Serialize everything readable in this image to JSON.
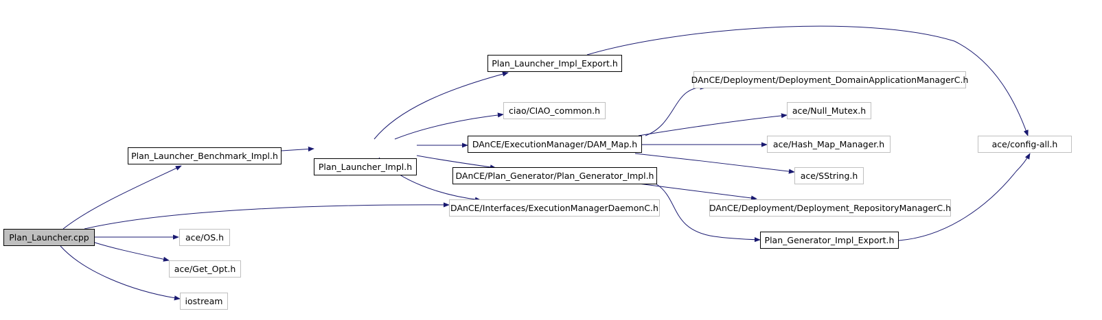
{
  "diagram": {
    "style": {
      "edge_color": "#191970",
      "node_border": "#000000",
      "external_border": "#bfbfbf",
      "root_fill": "#bfbfbf"
    },
    "nodes": [
      {
        "id": "plan-launcher-cpp",
        "label": "Plan_Launcher.cpp",
        "kind": "root"
      },
      {
        "id": "plan-launcher-benchmark-impl-h",
        "label": "Plan_Launcher_Benchmark_Impl.h",
        "kind": "internal"
      },
      {
        "id": "plan-launcher-impl-h",
        "label": "Plan_Launcher_Impl.h",
        "kind": "internal"
      },
      {
        "id": "plan-launcher-impl-export-h",
        "label": "Plan_Launcher_Impl_Export.h",
        "kind": "internal"
      },
      {
        "id": "ciao-common-h",
        "label": "ciao/CIAO_common.h",
        "kind": "external"
      },
      {
        "id": "dam-map-h",
        "label": "DAnCE/ExecutionManager/DAM_Map.h",
        "kind": "internal"
      },
      {
        "id": "plan-generator-impl-h",
        "label": "DAnCE/Plan_Generator/Plan_Generator_Impl.h",
        "kind": "internal"
      },
      {
        "id": "execution-manager-daemon-c-h",
        "label": "DAnCE/Interfaces/ExecutionManagerDaemonC.h",
        "kind": "external"
      },
      {
        "id": "os-h",
        "label": "ace/OS.h",
        "kind": "external"
      },
      {
        "id": "get-opt-h",
        "label": "ace/Get_Opt.h",
        "kind": "external"
      },
      {
        "id": "iostream",
        "label": "iostream",
        "kind": "external"
      },
      {
        "id": "domain-application-manager-c-h",
        "label": "DAnCE/Deployment/Deployment_DomainApplicationManagerC.h",
        "kind": "external"
      },
      {
        "id": "null-mutex-h",
        "label": "ace/Null_Mutex.h",
        "kind": "external"
      },
      {
        "id": "hash-map-manager-h",
        "label": "ace/Hash_Map_Manager.h",
        "kind": "external"
      },
      {
        "id": "sstring-h",
        "label": "ace/SString.h",
        "kind": "external"
      },
      {
        "id": "repository-manager-c-h",
        "label": "DAnCE/Deployment/Deployment_RepositoryManagerC.h",
        "kind": "external"
      },
      {
        "id": "plan-generator-impl-export-h",
        "label": "Plan_Generator_Impl_Export.h",
        "kind": "internal"
      },
      {
        "id": "config-all-h",
        "label": "ace/config-all.h",
        "kind": "external"
      }
    ],
    "edges": [
      {
        "from": "plan-launcher-cpp",
        "to": "plan-launcher-benchmark-impl-h"
      },
      {
        "from": "plan-launcher-cpp",
        "to": "execution-manager-daemon-c-h"
      },
      {
        "from": "plan-launcher-cpp",
        "to": "os-h"
      },
      {
        "from": "plan-launcher-cpp",
        "to": "get-opt-h"
      },
      {
        "from": "plan-launcher-cpp",
        "to": "iostream"
      },
      {
        "from": "plan-launcher-benchmark-impl-h",
        "to": "plan-launcher-impl-h"
      },
      {
        "from": "plan-launcher-impl-h",
        "to": "plan-launcher-impl-export-h"
      },
      {
        "from": "plan-launcher-impl-h",
        "to": "ciao-common-h"
      },
      {
        "from": "plan-launcher-impl-h",
        "to": "dam-map-h"
      },
      {
        "from": "plan-launcher-impl-h",
        "to": "plan-generator-impl-h"
      },
      {
        "from": "plan-launcher-impl-h",
        "to": "execution-manager-daemon-c-h"
      },
      {
        "from": "plan-launcher-impl-export-h",
        "to": "config-all-h"
      },
      {
        "from": "dam-map-h",
        "to": "domain-application-manager-c-h"
      },
      {
        "from": "dam-map-h",
        "to": "null-mutex-h"
      },
      {
        "from": "dam-map-h",
        "to": "hash-map-manager-h"
      },
      {
        "from": "dam-map-h",
        "to": "sstring-h"
      },
      {
        "from": "plan-generator-impl-h",
        "to": "repository-manager-c-h"
      },
      {
        "from": "plan-generator-impl-h",
        "to": "plan-generator-impl-export-h"
      },
      {
        "from": "plan-generator-impl-export-h",
        "to": "config-all-h"
      }
    ]
  }
}
